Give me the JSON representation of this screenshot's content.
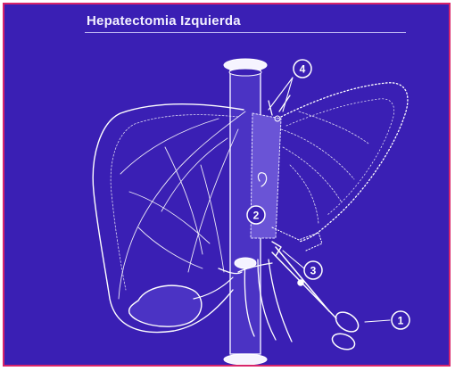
{
  "title": "Hepatectomia Izquierda",
  "callouts": [
    "1",
    "2",
    "3",
    "4"
  ],
  "colors": {
    "background": "#3a1fb4",
    "border": "#d8246a",
    "line": "#ffffff",
    "vein_fill": "#6a54d6"
  }
}
